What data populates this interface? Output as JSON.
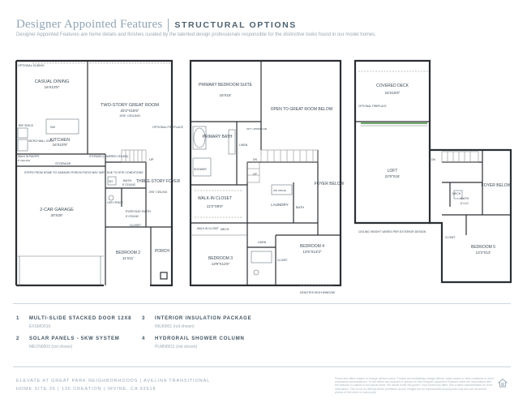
{
  "header": {
    "title": "Designer Appointed Features",
    "subtitle": "STRUCTURAL OPTIONS",
    "description": "Designer Appointed Features are home details and finishes curated by the talented design professionals responsible for the distinctive looks found in our model homes."
  },
  "plan_labels": {
    "first_floor": {
      "casual_dining": "CASUAL DINING",
      "casual_dining_dim": "16'X13'5\"",
      "great_room": "TWO-STORY GREAT ROOM",
      "great_room_dim": "20'2\"X18'6\"",
      "great_room_ceil": "19'8\" CEILING",
      "optional_fireplace": "OPTIONAL FIREPLACE",
      "optional_sliding": "OPTIONAL SLIDING",
      "kitchen": "KITCHEN",
      "kitchen_dim": "16'X10'9\"",
      "dw": "DW",
      "ref_space": "REF SPACE",
      "micro_wall_oven": "MICRO/ WALL OVEN",
      "walkin_pantry": "WALK-IN PANTRY",
      "pantry_ceil": "8' CEILING",
      "storage": "STORAGE",
      "storage_ceil": "STORAGE (LOWERED CEILING)",
      "up": "UP",
      "steps_note": "STEPS FROM HOME TO GARAGE/ PORCH/ PATIO MAY VARY DUE TO SITE CONDITIONS",
      "garage": "2-CAR GARAGE",
      "garage_dim": "20'X20'",
      "bath": "BATH",
      "bath_ceil": "8' CEILING",
      "sh": "SH",
      "ldry_space": "LDRY SPACE",
      "everyday_entry": "EVERYDAY ENTRY",
      "entry_ceil": "8' CEILING",
      "foyer": "THREE-STORY FOYER",
      "foyer_ceil": "29'6\" CEILING",
      "closet": "CLOSET",
      "bedroom2": "BEDROOM 2",
      "bedroom2_dim": "11'X11'",
      "porch": "PORCH"
    },
    "second_floor": {
      "primary_suite": "PRIMARY BEDROOM SUITE",
      "primary_suite_dim": "16'X15'",
      "primary_bath": "PRIMARY BATH",
      "shower": "SHOWER",
      "linen": "LINEN",
      "opt_upper_cab": "OPT. UPPER CAB",
      "wd_space": "WD SPACE",
      "open_to_great_room": "OPEN TO GREAT ROOM BELOW",
      "walkin_closet": "WALK-IN CLOSET",
      "walkin_closet_dim": "12'2\"X8'6\"",
      "laundry": "LAUNDRY",
      "bath": "BATH",
      "dn": "DN",
      "up": "UP",
      "foyer_below": "FOYER BELOW",
      "walkin_closet_small": "WALK-IN CLOSET",
      "mech": "MECH",
      "linen2": "LINEN",
      "bedroom3": "BEDROOM 3",
      "bedroom3_dim": "13'9\"X11'5\"",
      "bedroom4": "BEDROOM 4",
      "bedroom4_dim": "13'6\"X13'3\"",
      "closet": "CLOSET",
      "high_window": "DENOTES HIGH WINDOW"
    },
    "third_floor": {
      "covered_deck": "COVERED DECK",
      "covered_deck_dim": "16'X15'6\"",
      "optional_fireplace": "OPTIONAL FIREPLACE",
      "loft": "LOFT",
      "loft_dim": "22'9\"X16'",
      "ceiling_note": "CEILING HEIGHT VARIES PER EXTERIOR DESIGN",
      "dn": "DN",
      "mech": "MECH",
      "bath": "BATH",
      "bath_dim": "8' CLG",
      "foyer_below": "FOYER BELOW",
      "closet": "CLOSET",
      "bedroom5": "BEDROOM 5",
      "bedroom5_dim": "13'3\"X13'"
    }
  },
  "features": [
    {
      "num": "1",
      "title": "MULTI-SLIDE STACKED DOOR 12X8",
      "code": "EXSMO010"
    },
    {
      "num": "2",
      "title": "SOLAR PANELS - 5KW SYSTEM",
      "code": "MECN0003 (not shown)"
    },
    {
      "num": "3",
      "title": "INTERIOR INSULATION PACKAGE",
      "code": "INUI0001 (not shown)"
    },
    {
      "num": "4",
      "title": "HYDRORAIL SHOWER COLUMN",
      "code": "PLMN0011 (not shown)"
    }
  ],
  "footer": {
    "line1": "ELEVATE AT GREAT PARK NEIGHBORHOODS | AVELINA TRANSITIONAL",
    "line2": "HOME SITE 35 | 136 CREATION | IRVINE, CA 92618",
    "fine_print": "Prices and offers subject to change without notice. Product and availability change without notice based on field conditions or other unforeseen circumstances. To the extent any features or options on this Designer Appointed Features sheet are inconsistent with the features or options in the actual home, the actual home will govern. Your home may differ. See a sales representative for more information. This is not an offering where prohibited by law. Images are for representational purposes only and are not actual photos of the home or community."
  },
  "colors": {
    "title": "#8fa4b4",
    "subtitle": "#4f6272",
    "walls": "#2b2f33",
    "accent_door": "#6fa86b"
  }
}
